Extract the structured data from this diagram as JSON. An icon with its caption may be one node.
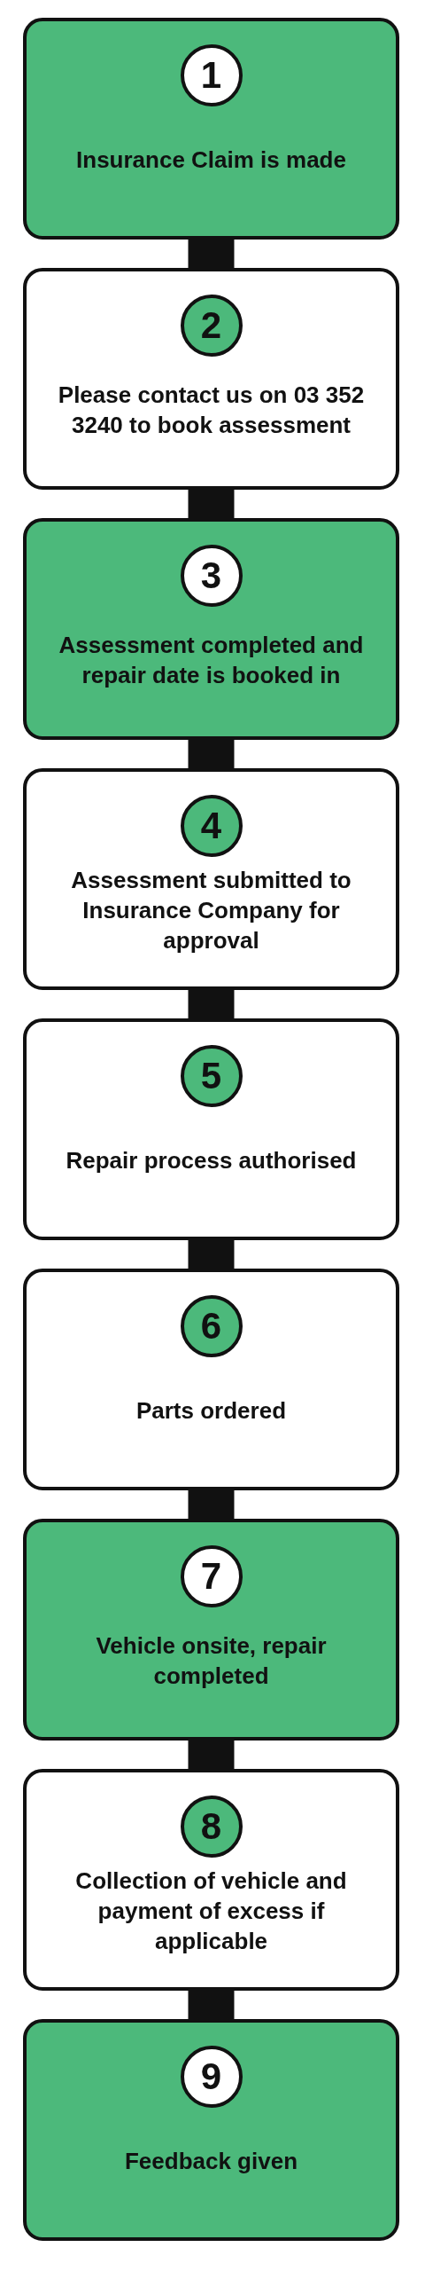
{
  "diagram": {
    "nodes": [
      {
        "text": [
          "1",
          "Insurance Claim is made"
        ]
      },
      {
        "text": [
          "2",
          "Please contact us on 03 352 3240 to book assessment"
        ]
      },
      {
        "text": [
          "3",
          "Assessment completed and repair date is booked in"
        ]
      },
      {
        "text": [
          "4",
          "Assessment submitted to Insurance Company for approval"
        ]
      },
      {
        "text": [
          "5",
          "Repair process authorised"
        ]
      },
      {
        "text": [
          "6",
          "Parts ordered"
        ]
      },
      {
        "text": [
          "7",
          "Vehicle onsite, repair completed"
        ]
      },
      {
        "text": [
          "8",
          "Collection of vehicle and payment of excess if applicable"
        ]
      },
      {
        "text": [
          "9",
          "Feedback given"
        ]
      }
    ],
    "edges": [
      {
        "from": 0,
        "to": 1,
        "arrow": "none"
      },
      {
        "from": 1,
        "to": 2,
        "arrow": "none"
      },
      {
        "from": 2,
        "to": 3,
        "arrow": "none"
      },
      {
        "from": 3,
        "to": 4,
        "arrow": "none"
      },
      {
        "from": 4,
        "to": 5,
        "arrow": "none"
      },
      {
        "from": 5,
        "to": 6,
        "arrow": "none"
      },
      {
        "from": 6,
        "to": 7,
        "arrow": "none"
      },
      {
        "from": 7,
        "to": 8,
        "arrow": "none"
      }
    ]
  }
}
